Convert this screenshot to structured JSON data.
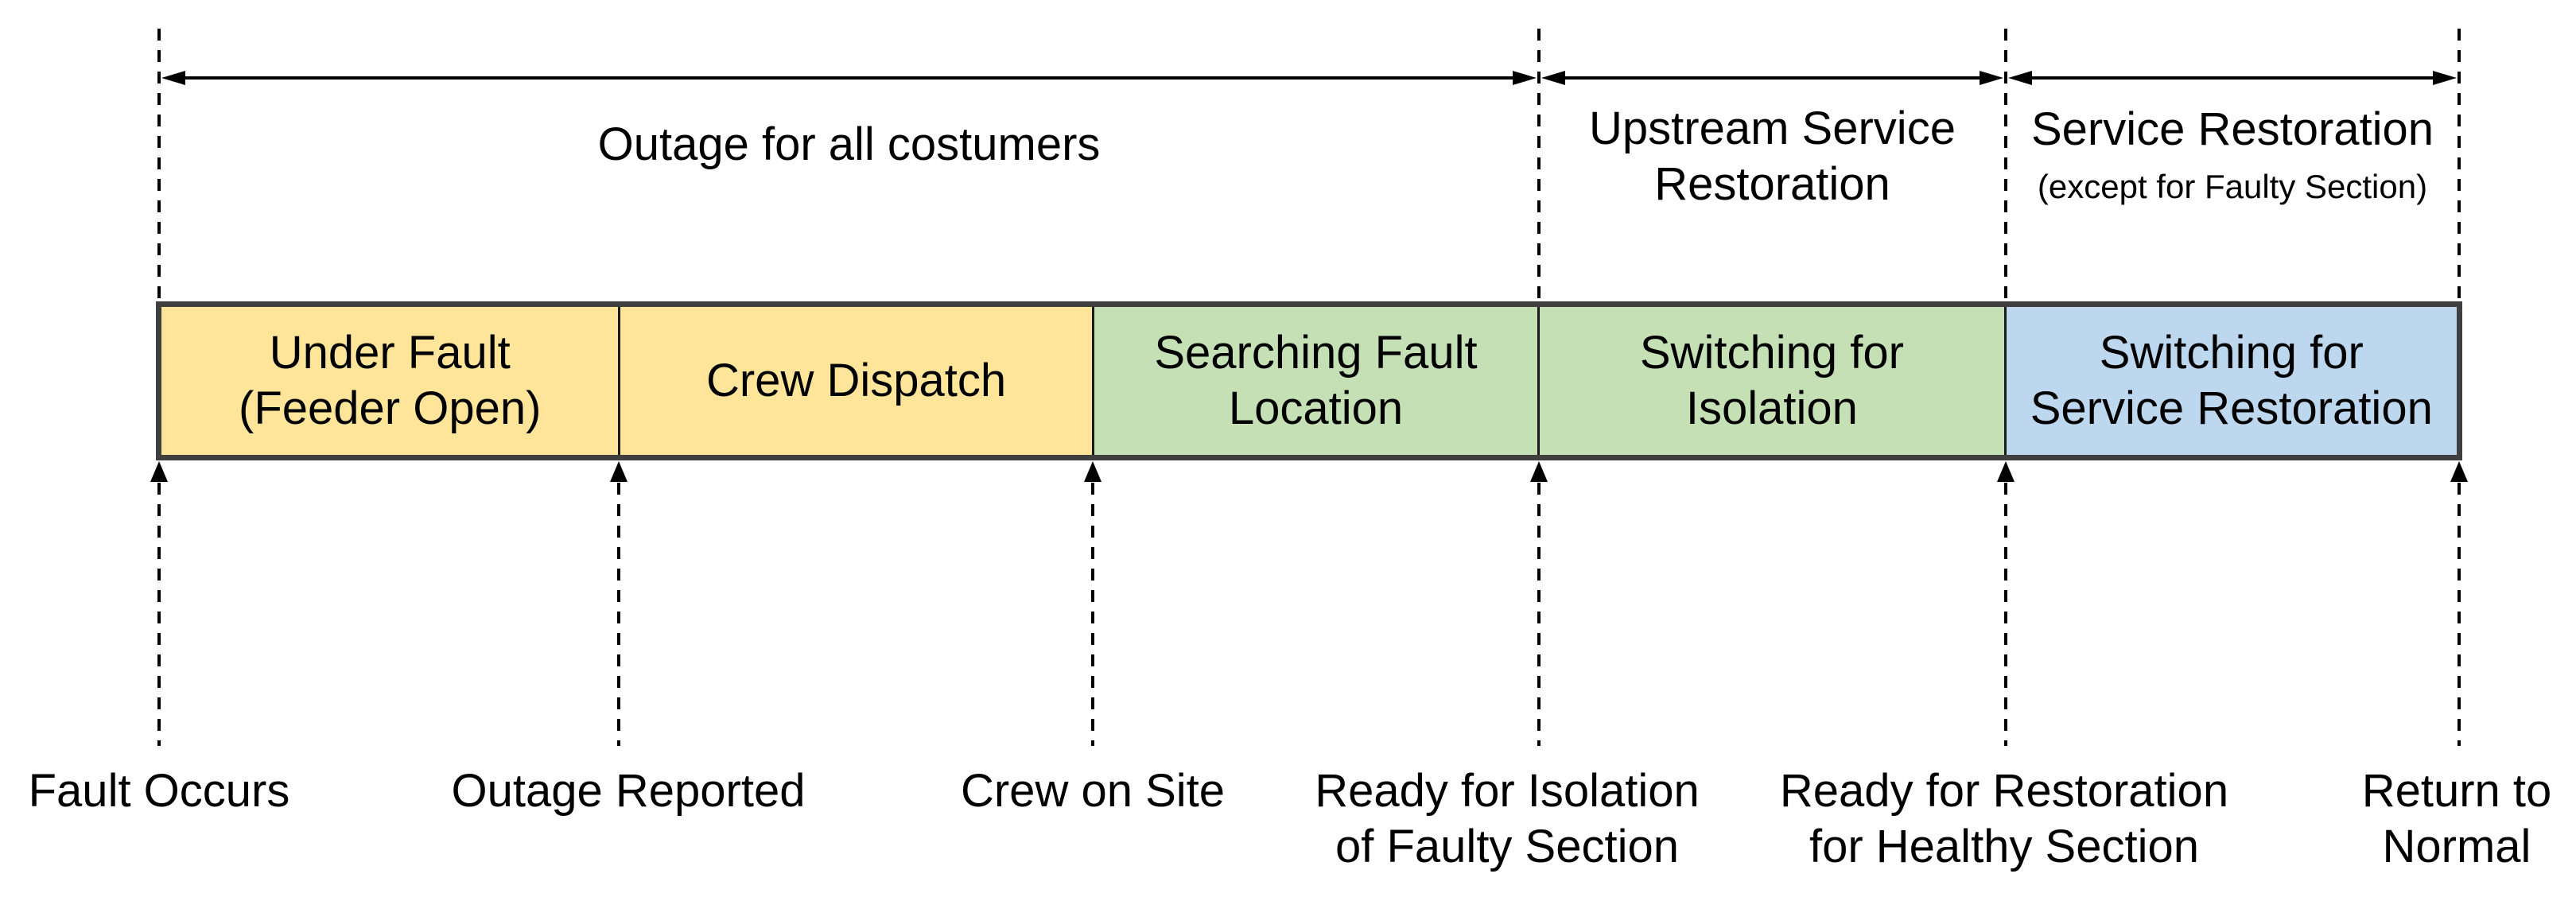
{
  "timeline": {
    "top_spans": [
      {
        "line1": "Outage for all costumers",
        "line2": ""
      },
      {
        "line1": "Upstream Service",
        "line2": "Restoration"
      },
      {
        "line1": "Service Restoration",
        "line2": "(except for Faulty Section)"
      }
    ],
    "phases": [
      {
        "line1": "Under Fault",
        "line2": "(Feeder Open)",
        "color": "#FFE599"
      },
      {
        "line1": "Crew Dispatch",
        "line2": "",
        "color": "#FFE599"
      },
      {
        "line1": "Searching Fault",
        "line2": "Location",
        "color": "#C5E0B4"
      },
      {
        "line1": "Switching for",
        "line2": "Isolation",
        "color": "#C5E0B4"
      },
      {
        "line1": "Switching for",
        "line2": "Service Restoration",
        "color": "#BDD7EE"
      }
    ],
    "events": [
      {
        "line1": "Fault Occurs",
        "line2": ""
      },
      {
        "line1": "Outage Reported",
        "line2": ""
      },
      {
        "line1": "Crew on Site",
        "line2": ""
      },
      {
        "line1": "Ready for Isolation",
        "line2": "of Faulty Section"
      },
      {
        "line1": "Ready for Restoration",
        "line2": "for Healthy Section"
      },
      {
        "line1": "Return to",
        "line2": "Normal"
      }
    ],
    "colors": {
      "phase_yellow": "#FFE599",
      "phase_green": "#C5E0B4",
      "phase_blue": "#BDD7EE",
      "bar_border": "#3F3F3F",
      "line_color": "#000000"
    }
  }
}
